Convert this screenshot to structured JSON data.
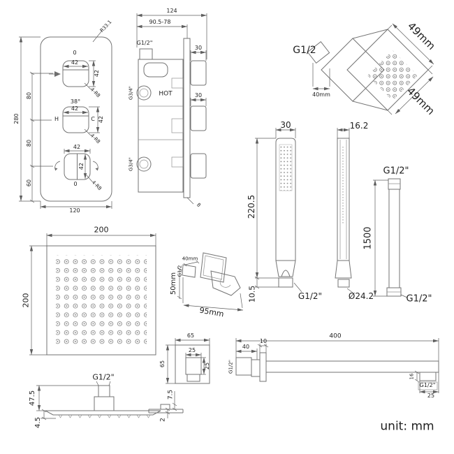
{
  "unit_label": "unit: mm",
  "valve_front": {
    "overall_height": "280",
    "spacing_top": "80",
    "spacing_bottom": "80",
    "offset_bottom": "60",
    "width": "120",
    "corner_radius": "R33.1",
    "marker_top": "0",
    "marker_bottom": "0",
    "knob1_width": "42",
    "knob1_height": "42",
    "knob1_corner": "4-R8",
    "temp_label": "38°",
    "knob2_width": "42",
    "knob2_height": "42",
    "knob2_corner": "4-R8",
    "hot_label": "H",
    "cold_label": "C",
    "knob3_width": "42",
    "knob3_height": "42",
    "knob3_corner": "4-R8"
  },
  "valve_side": {
    "depth": "124",
    "adjustable_depth": "90.5-78",
    "outlet_thread": "G1/2\"",
    "knob1_depth": "30",
    "knob2_depth": "30",
    "hot_label": "HOT",
    "inlet_thread_upper": "G3/4\"",
    "inlet_thread_lower": "G3/4\"",
    "plate_thickness": "8"
  },
  "body_jet": {
    "thread": "G1/2",
    "projection": "40mm",
    "width": "49mm",
    "height": "49mm"
  },
  "hand_shower": {
    "width": "30",
    "length": "220.5",
    "thread_length": "10.5",
    "thread": "G1/2\"",
    "depth": "16.2",
    "handle_diameter": "Ø24.2"
  },
  "hose": {
    "top_thread": "G1/2\"",
    "length": "1500",
    "bottom_thread": "G1/2\""
  },
  "shower_head": {
    "width": "200",
    "depth": "200",
    "thread": "G1/2\"",
    "height": "47.5",
    "edge_thickness": "4.5"
  },
  "escutcheon": {
    "width": "65",
    "height": "65",
    "inner_width": "25",
    "inner_height": "25",
    "depth": "7.5",
    "plate_thickness": "2"
  },
  "wall_outlet": {
    "plate_size": "40mm",
    "thread": "G1/2",
    "height": "50mm",
    "length": "95mm"
  },
  "shower_arm": {
    "length": "400",
    "thread_length": "40",
    "flange_depth": "10",
    "wall_thread": "G1/2\"",
    "drop": "16",
    "end_thread": "G1/2\"",
    "end_length": "25"
  }
}
